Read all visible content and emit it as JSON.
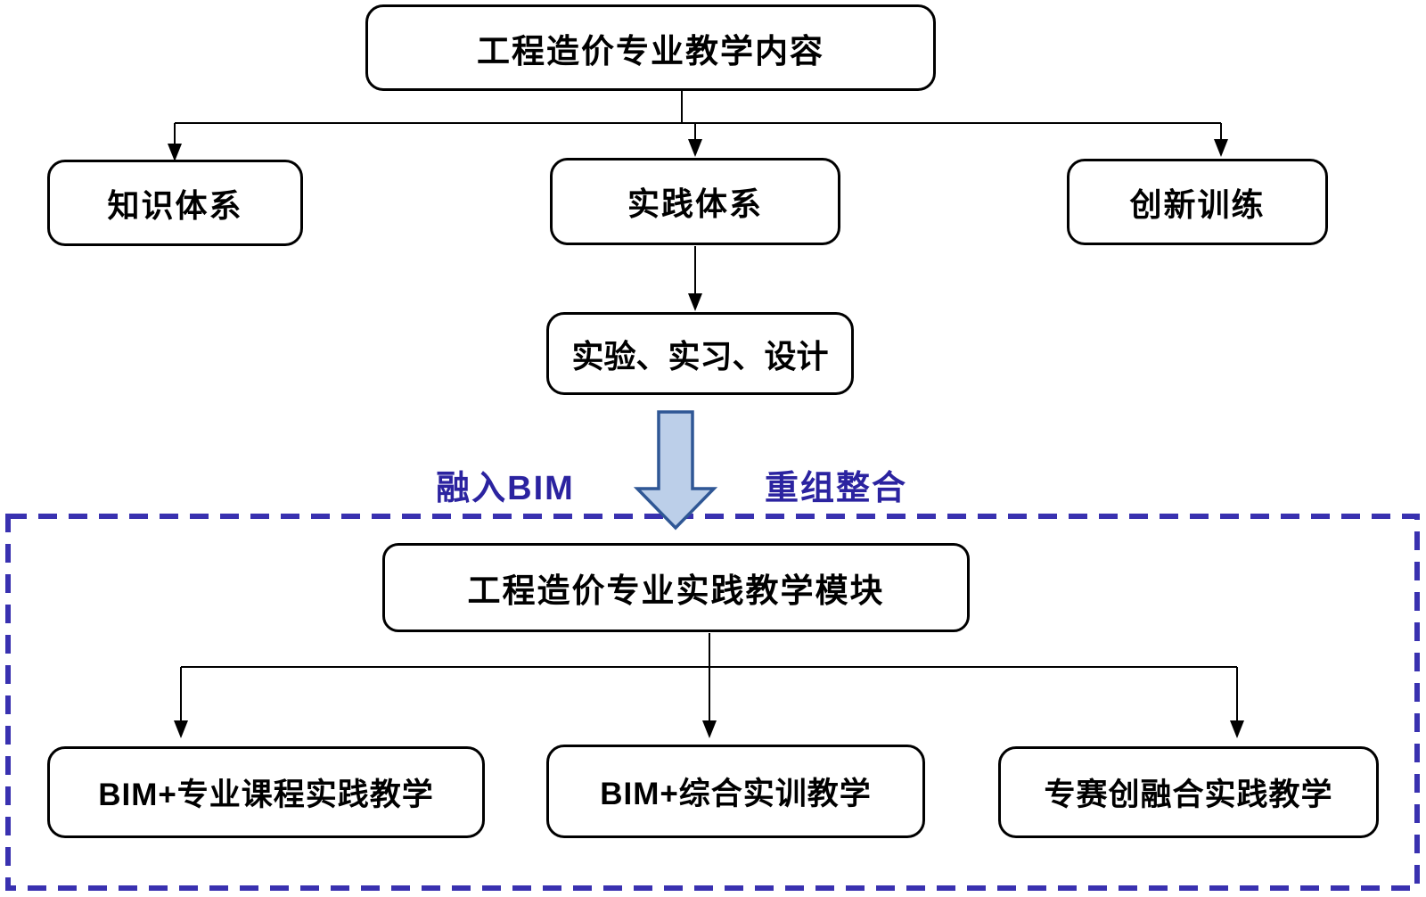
{
  "diagram": {
    "title_node": {
      "label": "工程造价专业教学内容"
    },
    "level2": [
      {
        "label": "知识体系"
      },
      {
        "label": "实践体系"
      },
      {
        "label": "创新训练"
      }
    ],
    "level3_node": {
      "label": "实验、实习、设计"
    },
    "transition": {
      "left_label": "融入BIM",
      "right_label": "重组整合"
    },
    "module": {
      "title": "工程造价专业实践教学模块",
      "children": [
        {
          "label": "BIM+专业课程实践教学"
        },
        {
          "label": "BIM+综合实训教学"
        },
        {
          "label": "专赛创融合实践教学"
        }
      ]
    },
    "colors": {
      "node_border": "#000000",
      "node_background": "#ffffff",
      "blue_label_text": "#2b23a0",
      "dashed_container_border": "#3931b0",
      "big_arrow_fill": "#bccfe9",
      "big_arrow_stroke": "#2f5795",
      "connector_line": "#000000"
    }
  }
}
